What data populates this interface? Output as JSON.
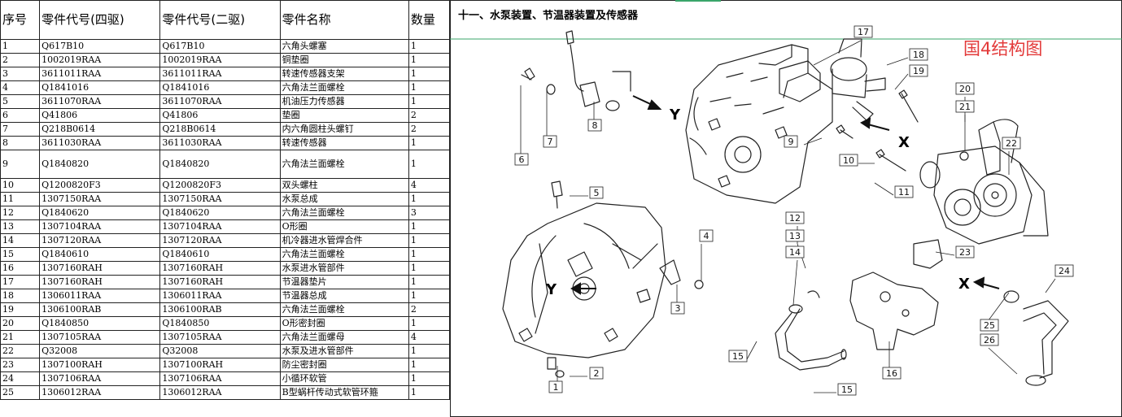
{
  "table": {
    "headers": [
      "序号",
      "零件代号(四驱)",
      "零件代号(二驱)",
      "零件名称",
      "数量"
    ],
    "rows": [
      [
        "1",
        "Q617B10",
        "Q617B10",
        "六角头螺塞",
        "1"
      ],
      [
        "2",
        "1002019RAA",
        "1002019RAA",
        "铜垫圈",
        "1"
      ],
      [
        "3",
        "3611011RAA",
        "3611011RAA",
        "转速传感器支架",
        "1"
      ],
      [
        "4",
        "Q1841016",
        "Q1841016",
        "六角法兰面螺栓",
        "1"
      ],
      [
        "5",
        "3611070RAA",
        "3611070RAA",
        "机油压力传感器",
        "1"
      ],
      [
        "6",
        "Q41806",
        "Q41806",
        "垫圈",
        "2"
      ],
      [
        "7",
        "Q218B0614",
        "Q218B0614",
        "内六角圆柱头螺钉",
        "2"
      ],
      [
        "8",
        "3611030RAA",
        "3611030RAA",
        "转速传感器",
        "1"
      ],
      [
        "9",
        "Q1840820",
        "Q1840820",
        "六角法兰面螺栓",
        "1"
      ],
      [
        "10",
        "Q1200820F3",
        "Q1200820F3",
        "双头螺柱",
        "4"
      ],
      [
        "11",
        "1307150RAA",
        "1307150RAA",
        "水泵总成",
        "1"
      ],
      [
        "12",
        "Q1840620",
        "Q1840620",
        "六角法兰面螺栓",
        "3"
      ],
      [
        "13",
        "1307104RAA",
        "1307104RAA",
        "O形圈",
        "1"
      ],
      [
        "14",
        "1307120RAA",
        "1307120RAA",
        "机冷器进水管焊合件",
        "1"
      ],
      [
        "15",
        "Q1840610",
        "Q1840610",
        "六角法兰面螺栓",
        "1"
      ],
      [
        "16",
        "1307160RAH",
        "1307160RAH",
        "水泵进水管部件",
        "1"
      ],
      [
        "17",
        "1307160RAH",
        "1307160RAH",
        "节温器垫片",
        "1"
      ],
      [
        "18",
        "1306011RAA",
        "1306011RAA",
        "节温器总成",
        "1"
      ],
      [
        "19",
        "1306100RAB",
        "1306100RAB",
        "六角法兰面螺栓",
        "2"
      ],
      [
        "20",
        "Q1840850",
        "Q1840850",
        "O形密封圈",
        "1"
      ],
      [
        "21",
        "1307105RAA",
        "1307105RAA",
        "六角法兰面螺母",
        "4"
      ],
      [
        "22",
        "Q32008",
        "Q32008",
        "水泵及进水管部件",
        "1"
      ],
      [
        "23",
        "1307100RAH",
        "1307100RAH",
        "防尘密封圈",
        "1"
      ],
      [
        "24",
        "1307106RAA",
        "1307106RAA",
        "小循环软管",
        "1"
      ],
      [
        "25",
        "1306012RAA",
        "1306012RAA",
        "B型蜗杆传动式软管环箍",
        "1"
      ]
    ]
  },
  "diagram": {
    "title": "十一、水泵装置、节温器装置及传感器",
    "structure_label": "国4结构图",
    "accent_color": "#e33a3a",
    "view_markers": [
      "Y",
      "X",
      "Y",
      "X"
    ],
    "callouts": [
      "1",
      "2",
      "3",
      "4",
      "5",
      "6",
      "7",
      "8",
      "9",
      "10",
      "11",
      "12",
      "13",
      "14",
      "15",
      "15",
      "16",
      "17",
      "18",
      "19",
      "20",
      "21",
      "22",
      "23",
      "24",
      "25",
      "26"
    ]
  }
}
